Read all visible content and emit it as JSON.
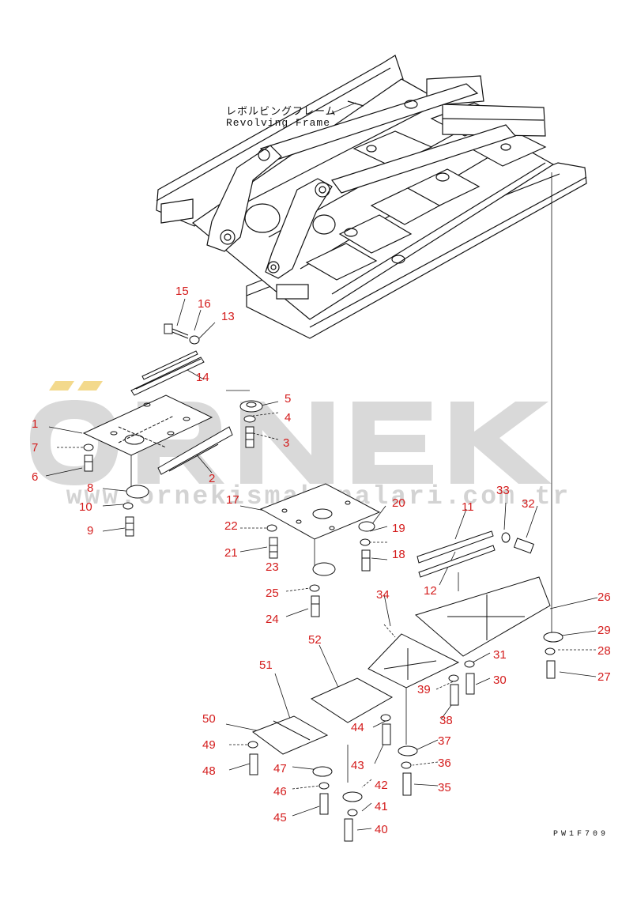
{
  "frame_label": {
    "jp": "レボルビングフレーム",
    "en": "Revolving Frame"
  },
  "drawing_code": "PW1F709",
  "watermark": {
    "brand": "ÖRNEK",
    "url": "www.ornekismakinalari.com.tr",
    "color": "#d9d9d9",
    "accent": "#f3d98c"
  },
  "callout_color": "#d41c1c",
  "callouts": [
    "1",
    "2",
    "3",
    "4",
    "5",
    "6",
    "7",
    "8",
    "9",
    "10",
    "11",
    "12",
    "13",
    "14",
    "15",
    "16",
    "17",
    "18",
    "19",
    "20",
    "21",
    "22",
    "23",
    "24",
    "25",
    "26",
    "27",
    "28",
    "29",
    "30",
    "31",
    "32",
    "33",
    "34",
    "35",
    "36",
    "37",
    "38",
    "39",
    "40",
    "41",
    "42",
    "43",
    "44",
    "45",
    "46",
    "47",
    "48",
    "49",
    "50",
    "51",
    "52"
  ]
}
